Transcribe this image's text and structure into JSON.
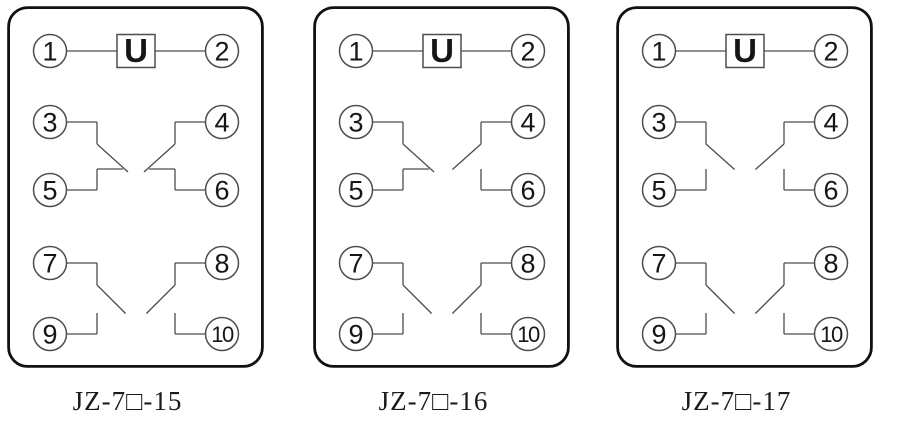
{
  "strip": {
    "colors": {
      "background": "#ffffff",
      "outline": "#111111",
      "line": "#4d4d4d",
      "text": "#161616"
    },
    "diagrams": [
      {
        "label": "JZ-7□-15",
        "coil": {
          "symbol": "U",
          "left_terminal": "1",
          "right_terminal": "2"
        },
        "contacts": [
          {
            "terminals": [
              "3",
              "5"
            ],
            "side": "left",
            "row": "upper",
            "type": "NC"
          },
          {
            "terminals": [
              "4",
              "6"
            ],
            "side": "right",
            "row": "upper",
            "type": "NC"
          },
          {
            "terminals": [
              "7",
              "9"
            ],
            "side": "left",
            "row": "lower",
            "type": "NO"
          },
          {
            "terminals": [
              "8",
              "10"
            ],
            "side": "right",
            "row": "lower",
            "type": "NO"
          }
        ]
      },
      {
        "label": "JZ-7□-16",
        "coil": {
          "symbol": "U",
          "left_terminal": "1",
          "right_terminal": "2"
        },
        "contacts": [
          {
            "terminals": [
              "3",
              "5"
            ],
            "side": "left",
            "row": "upper",
            "type": "NC"
          },
          {
            "terminals": [
              "4",
              "6"
            ],
            "side": "right",
            "row": "upper",
            "type": "NO"
          },
          {
            "terminals": [
              "7",
              "9"
            ],
            "side": "left",
            "row": "lower",
            "type": "NO"
          },
          {
            "terminals": [
              "8",
              "10"
            ],
            "side": "right",
            "row": "lower",
            "type": "NO"
          }
        ]
      },
      {
        "label": "JZ-7□-17",
        "coil": {
          "symbol": "U",
          "left_terminal": "1",
          "right_terminal": "2"
        },
        "contacts": [
          {
            "terminals": [
              "3",
              "5"
            ],
            "side": "left",
            "row": "upper",
            "type": "NO"
          },
          {
            "terminals": [
              "4",
              "6"
            ],
            "side": "right",
            "row": "upper",
            "type": "NO"
          },
          {
            "terminals": [
              "7",
              "9"
            ],
            "side": "left",
            "row": "lower",
            "type": "NO"
          },
          {
            "terminals": [
              "8",
              "10"
            ],
            "side": "right",
            "row": "lower",
            "type": "NO"
          }
        ]
      }
    ]
  }
}
